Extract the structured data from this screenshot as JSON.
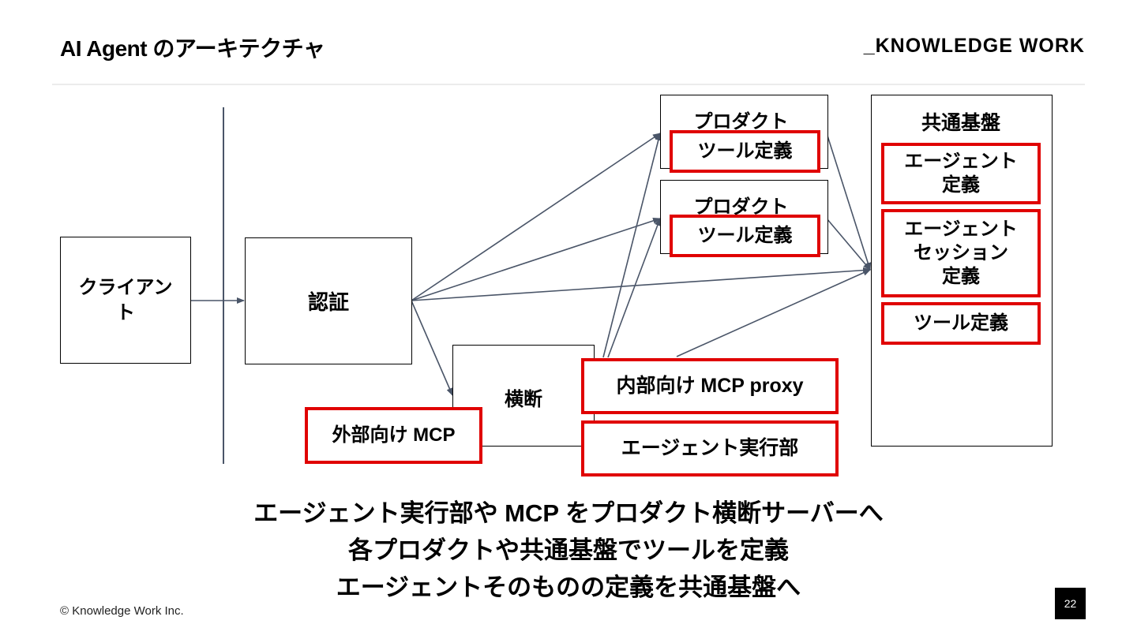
{
  "slide": {
    "title": "AI Agent のアーキテクチャ",
    "brand": "_KNOWLEDGE WORK",
    "footer": "© Knowledge Work Inc.",
    "page_number": "22"
  },
  "diagram": {
    "client": "クライアント",
    "auth": "認証",
    "cross": "横断",
    "external_mcp": "外部向け MCP",
    "internal_mcp_proxy": "内部向け MCP proxy",
    "agent_runtime": "エージェント実行部",
    "product_1": {
      "title": "プロダクト",
      "tool": "ツール定義"
    },
    "product_2": {
      "title": "プロダクト",
      "tool": "ツール定義"
    },
    "platform": {
      "title": "共通基盤",
      "items": [
        "エージェント\n定義",
        "エージェント\nセッション\n定義",
        "ツール定義"
      ]
    }
  },
  "summary": [
    "エージェント実行部や MCP をプロダクト横断サーバーへ",
    "各プロダクトや共通基盤でツールを定義",
    "エージェントそのものの定義を共通基盤へ"
  ],
  "colors": {
    "highlight": "#e00000",
    "arrow": "#4a5568"
  }
}
